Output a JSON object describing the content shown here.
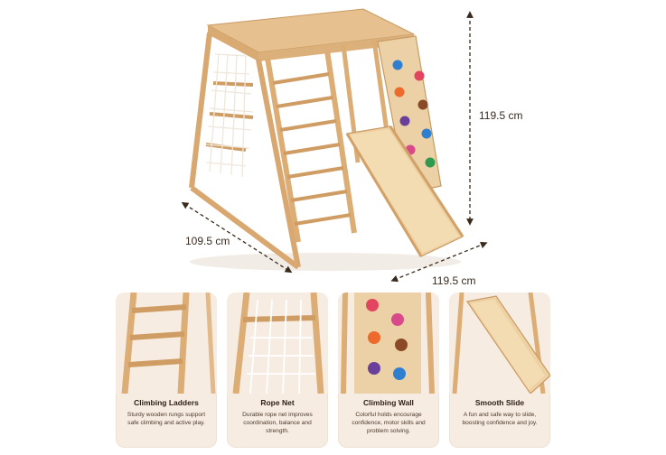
{
  "dimensions": {
    "height": "119.5 cm",
    "width": "109.5 cm",
    "depth": "119.5 cm"
  },
  "features": [
    {
      "title": "Climbing Ladders",
      "description": "Sturdy wooden rungs support safe climbing and active play."
    },
    {
      "title": "Rope Net",
      "description": "Durable rope net improves coordination, balance and strength."
    },
    {
      "title": "Climbing Wall",
      "description": "Colorful holds encourage confidence, motor skills and problem solving."
    },
    {
      "title": "Smooth Slide",
      "description": "A fun and safe way to slide, boosting confidence and joy."
    }
  ],
  "colors": {
    "wood": "#e7c08f",
    "wood_dark": "#c99a62",
    "card_bg": "#f7ece2",
    "text": "#3a2a1c",
    "hold_colors": [
      "#e2455f",
      "#ee6a2c",
      "#d94a8a",
      "#6a3f9c",
      "#2f7fd0",
      "#2f9a4e"
    ]
  }
}
